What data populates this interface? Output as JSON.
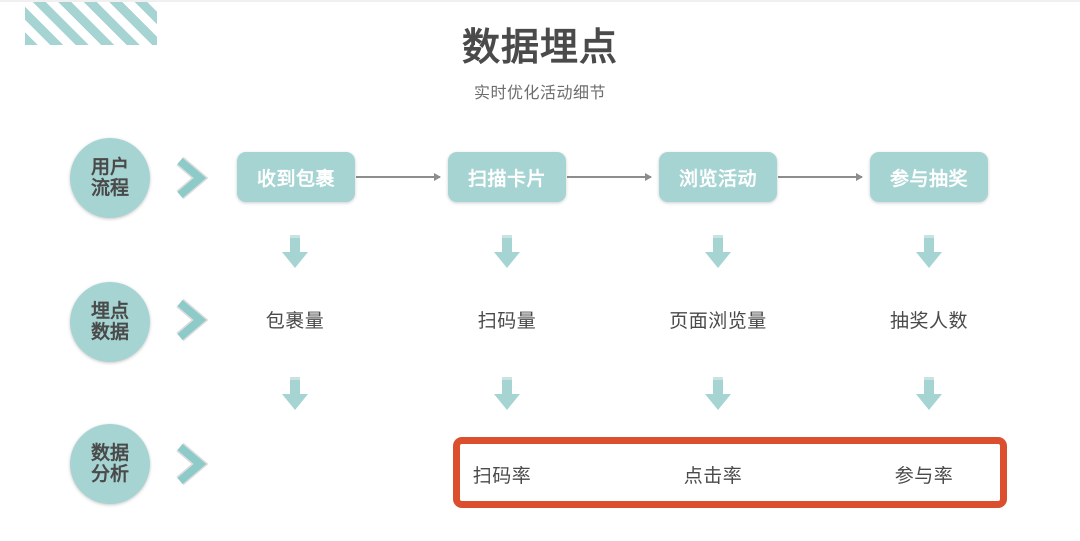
{
  "slide": {
    "title": "数据埋点",
    "subtitle": "实时优化活动细节",
    "decoration": "diagonal-stripes"
  },
  "theme": {
    "teal": "#a5d4d2",
    "red": "#dc4f2e",
    "text_dark": "#4a4a4a",
    "text_muted": "#6d6d6d",
    "connector_gray": "#8d8d8d",
    "background": "#ffffff"
  },
  "rows": [
    {
      "badge": {
        "line1": "用户",
        "line2": "流程"
      },
      "chevron": "chevron-right-icon",
      "items": [
        {
          "label": "收到包裹"
        },
        {
          "label": "扫描卡片"
        },
        {
          "label": "浏览活动"
        },
        {
          "label": "参与抽奖"
        }
      ]
    },
    {
      "badge": {
        "line1": "埋点",
        "line2": "数据"
      },
      "chevron": "chevron-right-icon",
      "items": [
        {
          "label": "包裹量"
        },
        {
          "label": "扫码量"
        },
        {
          "label": "页面浏览量"
        },
        {
          "label": "抽奖人数"
        }
      ]
    },
    {
      "badge": {
        "line1": "数据",
        "line2": "分析"
      },
      "chevron": "chevron-right-icon",
      "items": [
        {
          "label": "扫码率"
        },
        {
          "label": "点击率"
        },
        {
          "label": "参与率"
        }
      ]
    }
  ],
  "connectors": {
    "horizontal_arrow": "arrow-right-icon",
    "vertical_arrow": "arrow-down-icon",
    "vertical_arrow_count_row1": 4,
    "vertical_arrow_count_row2": 4
  }
}
